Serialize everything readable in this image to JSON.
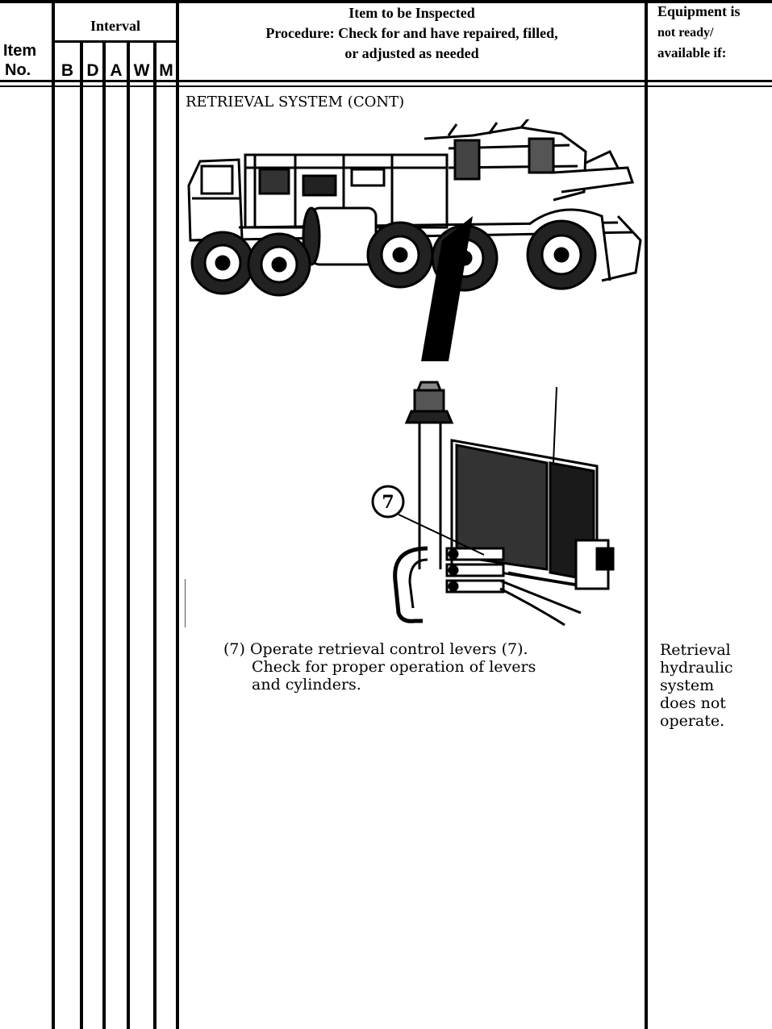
{
  "header": {
    "item_label_line1": "Item",
    "item_label_line2": "No.",
    "interval_label": "Interval",
    "interval_letters": [
      "B",
      "D",
      "A",
      "W",
      "M"
    ],
    "inspect_line1": "Item to be Inspected",
    "inspect_line2": "Procedure: Check for and have repaired, filled,",
    "inspect_line3": "or adjusted as needed",
    "equip_line1": "Equipment is",
    "equip_line2": "not ready/",
    "equip_line3": "available if:"
  },
  "section_title": "RETRIEVAL SYSTEM (CONT)",
  "callout_number": "7",
  "procedure": {
    "line1": "(7) Operate retrieval control levers (7).",
    "line2": "Check for proper operation of levers",
    "line3": "and  cylinders."
  },
  "not_ready": {
    "line1": "Retrieval",
    "line2": "hydraulic",
    "line3": "system",
    "line4": "does  not",
    "line5": "operate."
  }
}
